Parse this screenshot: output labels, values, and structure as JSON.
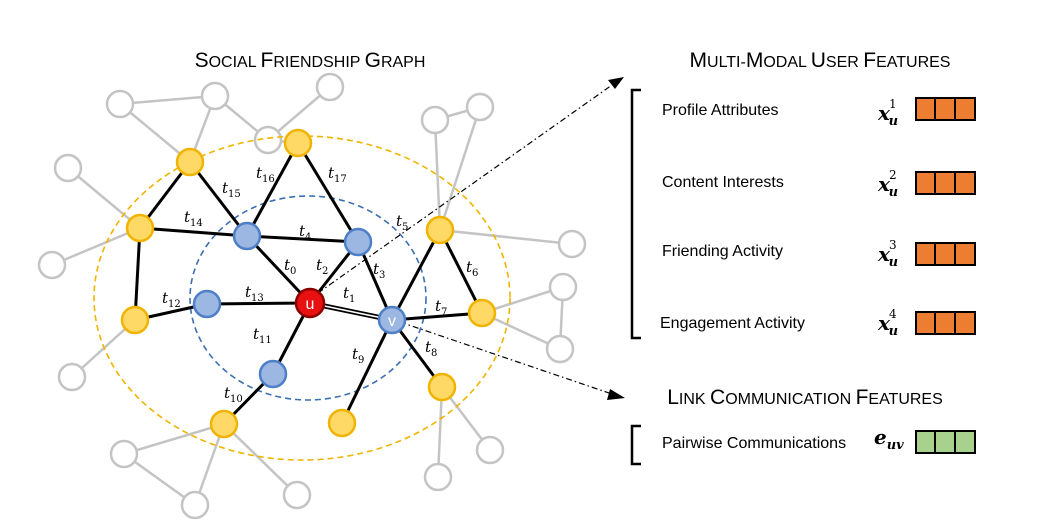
{
  "graph": {
    "title": {
      "first": "S",
      "rest1": "OCIAL ",
      "second": "F",
      "rest2": "RIENDSHIP ",
      "third": "G",
      "rest3": "RAPH"
    },
    "center_node": "u",
    "target_node": "v",
    "edge_labels": [
      {
        "id": "t0",
        "base": "t",
        "sub": "0"
      },
      {
        "id": "t1",
        "base": "t",
        "sub": "1"
      },
      {
        "id": "t2",
        "base": "t",
        "sub": "2"
      },
      {
        "id": "t3",
        "base": "t",
        "sub": "3"
      },
      {
        "id": "t4",
        "base": "t",
        "sub": "4"
      },
      {
        "id": "t5",
        "base": "t",
        "sub": "5"
      },
      {
        "id": "t6",
        "base": "t",
        "sub": "6"
      },
      {
        "id": "t7",
        "base": "t",
        "sub": "7"
      },
      {
        "id": "t8",
        "base": "t",
        "sub": "8"
      },
      {
        "id": "t9",
        "base": "t",
        "sub": "9"
      },
      {
        "id": "t10",
        "base": "t",
        "sub": "10"
      },
      {
        "id": "t11",
        "base": "t",
        "sub": "11"
      },
      {
        "id": "t12",
        "base": "t",
        "sub": "12"
      },
      {
        "id": "t13",
        "base": "t",
        "sub": "13"
      },
      {
        "id": "t14",
        "base": "t",
        "sub": "14"
      },
      {
        "id": "t15",
        "base": "t",
        "sub": "15"
      },
      {
        "id": "t16",
        "base": "t",
        "sub": "16"
      },
      {
        "id": "t17",
        "base": "t",
        "sub": "17"
      }
    ]
  },
  "user_features": {
    "title": {
      "p1": "M",
      "p2": "ULTI-",
      "p3": "M",
      "p4": "ODAL ",
      "p5": "U",
      "p6": "SER ",
      "p7": "F",
      "p8": "EATURES"
    },
    "rows": [
      {
        "label": "Profile Attributes",
        "symbol": "x",
        "sub": "u",
        "sup": "1"
      },
      {
        "label": "Content Interests",
        "symbol": "x",
        "sub": "u",
        "sup": "2"
      },
      {
        "label": "Friending Activity",
        "symbol": "x",
        "sub": "u",
        "sup": "3"
      },
      {
        "label": "Engagement Activity",
        "symbol": "x",
        "sub": "u",
        "sup": "4"
      }
    ]
  },
  "link_features": {
    "title": {
      "p1": "L",
      "p2": "INK ",
      "p3": "C",
      "p4": "OMMUNICATION ",
      "p5": "F",
      "p6": "EATURES"
    },
    "rows": [
      {
        "label": "Pairwise Communications",
        "symbol": "e",
        "sub": "uv"
      }
    ]
  },
  "colors": {
    "grey_node": "#c8c8c8",
    "yellow_fill": "#ffd966",
    "yellow_stroke": "#f0b400",
    "blue_fill": "#9db7e3",
    "blue_stroke": "#4f7fc8",
    "red_fill": "#e81010",
    "orange_cell": "#ed7d31",
    "green_cell": "#a9d18e",
    "outer_circle": "#f0b400",
    "inner_circle": "#3a6fb0"
  }
}
